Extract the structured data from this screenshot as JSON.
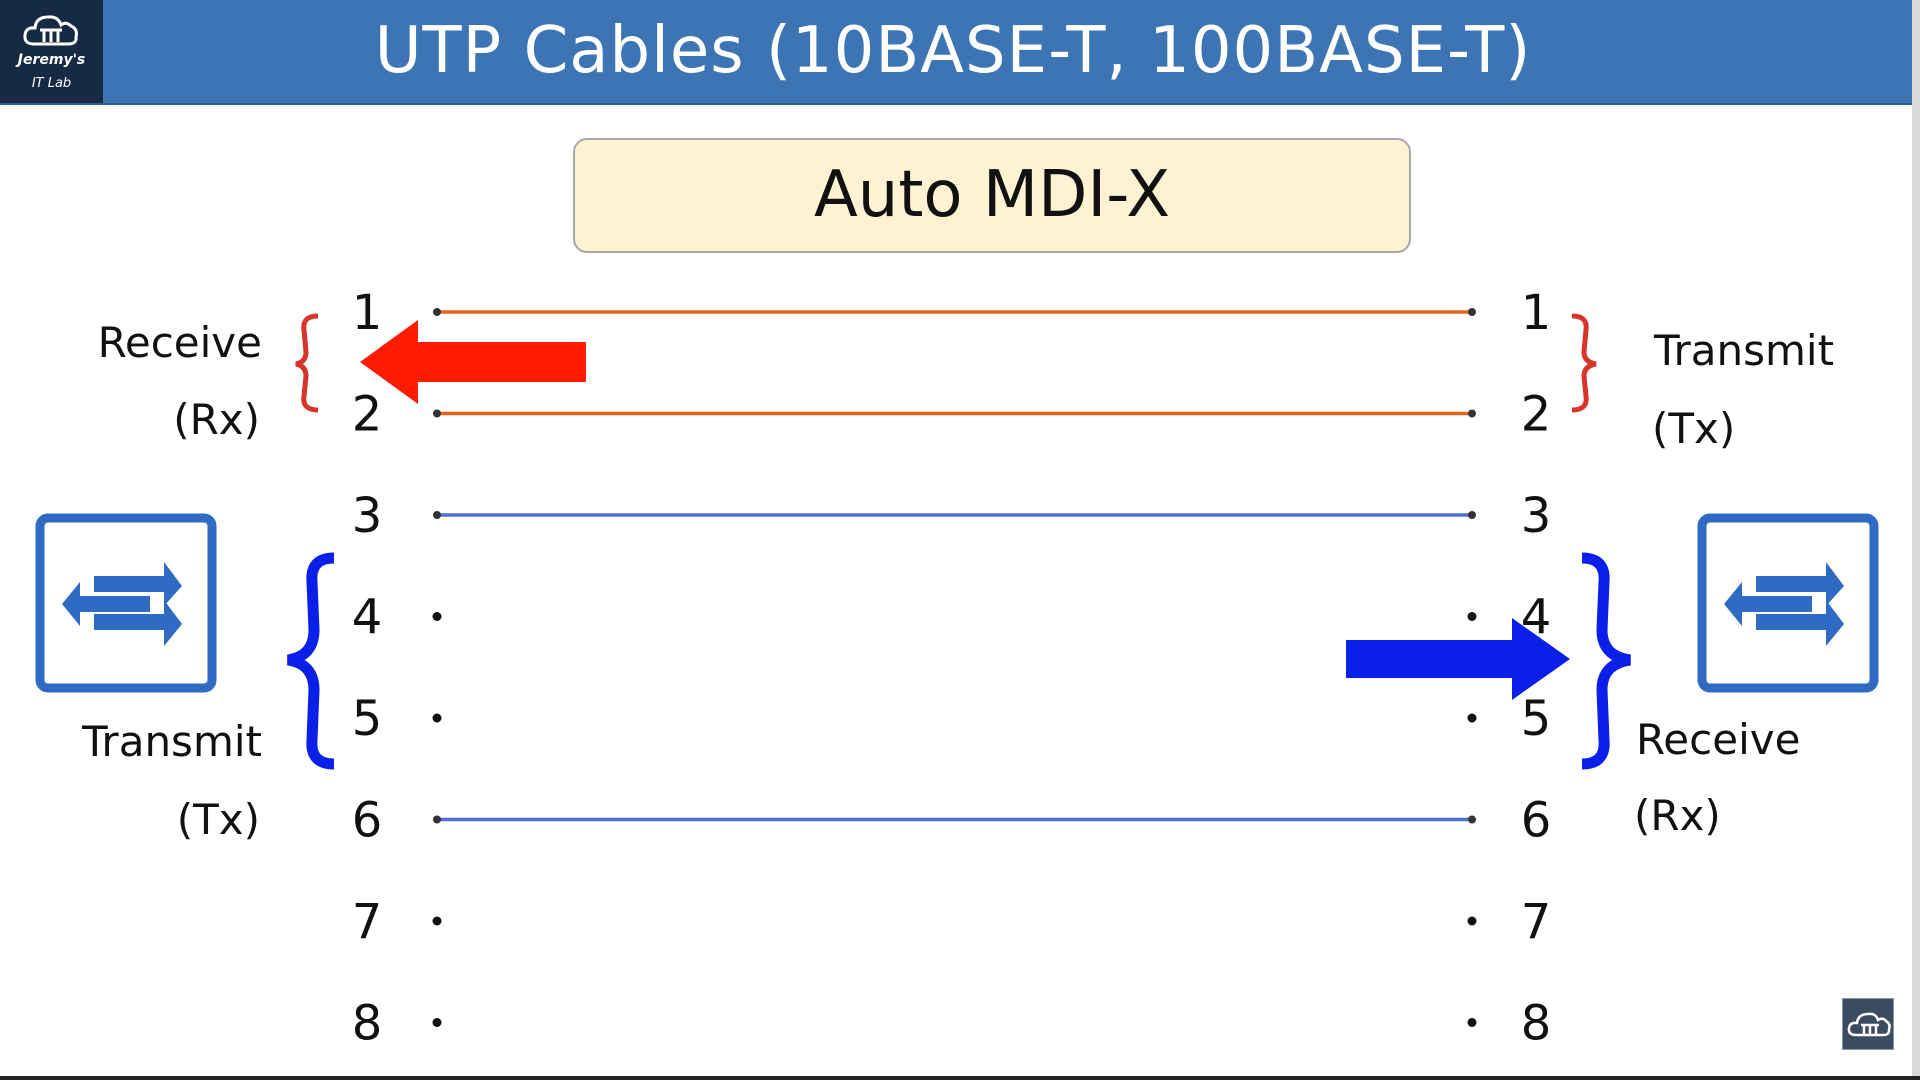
{
  "header": {
    "title": "UTP Cables (10BASE-T, 100BASE-T)",
    "logo_name": "Jeremy's",
    "logo_sub": "IT Lab",
    "bg_color": "#3d75b4"
  },
  "callout": {
    "text": "Auto MDI-X",
    "bg_color": "#fdf3d3"
  },
  "left_side": {
    "pins": [
      "1",
      "2",
      "3",
      "4",
      "5",
      "6",
      "7",
      "8"
    ],
    "receive_label": "Receive",
    "receive_abbr": "(Rx)",
    "transmit_label": "Transmit",
    "transmit_abbr": "(Tx)",
    "device_icon": "switch-icon"
  },
  "right_side": {
    "pins": [
      "1",
      "2",
      "3",
      "4",
      "5",
      "6",
      "7",
      "8"
    ],
    "transmit_label": "Transmit",
    "transmit_abbr": "(Tx)",
    "receive_label": "Receive",
    "receive_abbr": "(Rx)",
    "device_icon": "switch-icon"
  },
  "wires": [
    {
      "pin": 1,
      "color": "#e8641c",
      "connected": true
    },
    {
      "pin": 2,
      "color": "#e8641c",
      "connected": true
    },
    {
      "pin": 3,
      "color": "#4a6fd0",
      "connected": true
    },
    {
      "pin": 4,
      "connected": false
    },
    {
      "pin": 5,
      "connected": false
    },
    {
      "pin": 6,
      "color": "#4a6fd0",
      "connected": true
    },
    {
      "pin": 7,
      "connected": false
    },
    {
      "pin": 8,
      "connected": false
    }
  ],
  "colors": {
    "red_bracket": "#d9342b",
    "red_arrow": "#ff1a00",
    "blue_bracket": "#0a1fe8",
    "blue_arrow": "#0a1fe8",
    "switch_blue": "#2f6bc2"
  }
}
